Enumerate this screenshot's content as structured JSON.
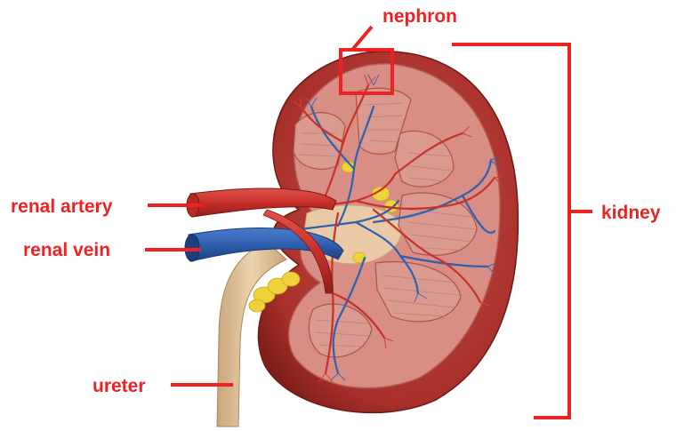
{
  "labels": {
    "nephron": "nephron",
    "renal_artery": "renal artery",
    "renal_vein": "renal vein",
    "ureter": "ureter",
    "kidney": "kidney"
  },
  "colors": {
    "label": "#ee2222",
    "cortex": "#b8413c",
    "cortex_dark": "#8e2420",
    "medulla": "#e8b8aa",
    "pyramid": "#d8938a",
    "artery": "#c8302a",
    "vein": "#2f5fae",
    "fat": "#f2d23a",
    "ureter": "#d9b98e"
  }
}
